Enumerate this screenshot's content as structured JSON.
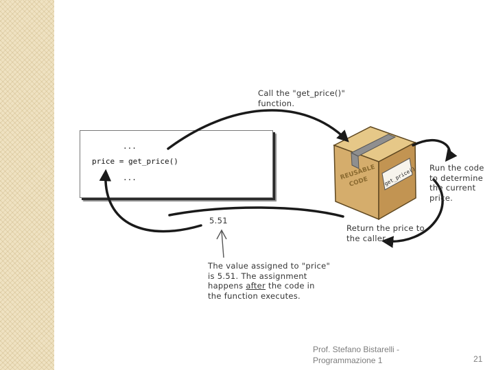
{
  "slide": {
    "code": {
      "dots_top": "...",
      "statement": "price = get_price()",
      "dots_bottom": "..."
    },
    "annotations": {
      "call": [
        "Call the \"get_price()\"",
        "function."
      ],
      "run": [
        "Run the code",
        "to determine",
        "the current",
        "price."
      ],
      "return": [
        "Return the price to",
        "the caller."
      ],
      "value": "5.51",
      "assignment": {
        "line1": "The value assigned to \"price\"",
        "line2": "is 5.51. The assignment",
        "line3_before": "happens ",
        "line3_emphasis": "after",
        "line3_after": " the code in",
        "line4": "the function executes."
      }
    },
    "box": {
      "label_reusable": "REUSABLE",
      "label_code": "CODE",
      "tag": "get_price()"
    },
    "footer": {
      "author_line1": "Prof. Stefano Bistarelli -",
      "author_line2": "Programmazione 1",
      "page_number": "21"
    }
  }
}
